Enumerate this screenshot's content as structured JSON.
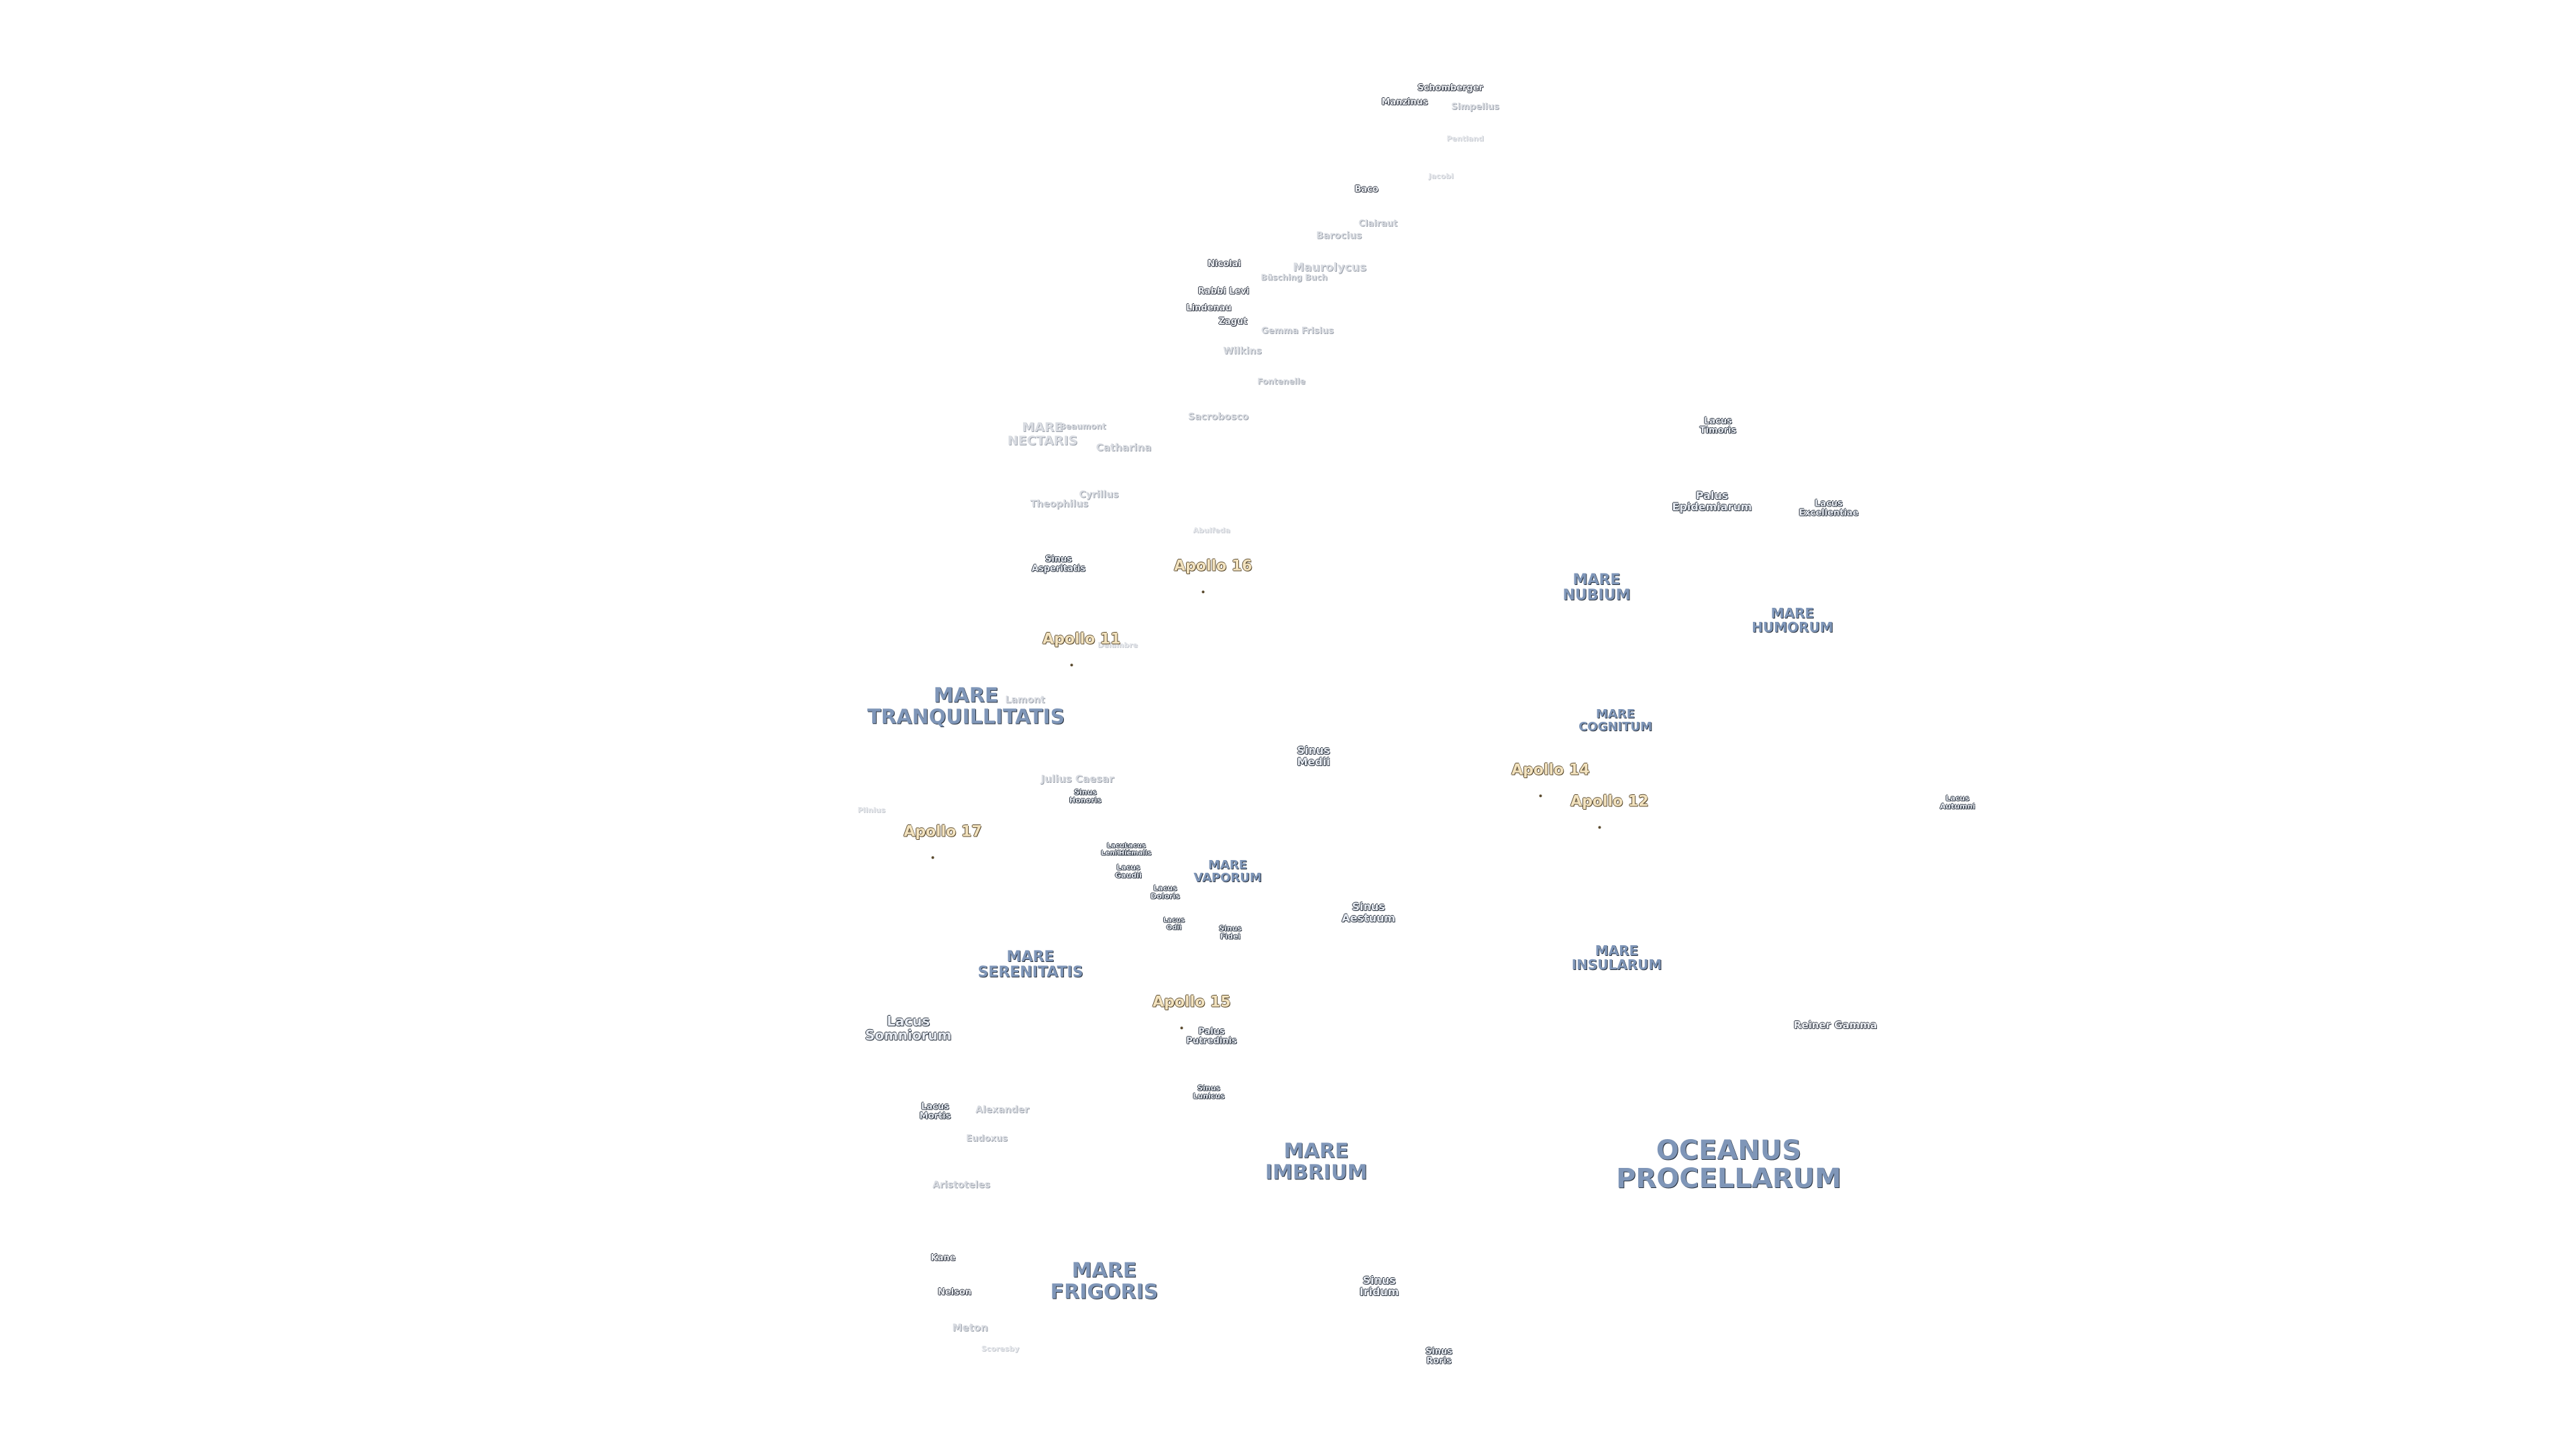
{
  "maria": {
    "oceanus_procellarum": "OCEANUS\nPROCELLARUM",
    "mare_imbrium": "MARE\nIMBRIUM",
    "mare_frigoris": "MARE\nFRIGORIS",
    "mare_serenitatis": "MARE\nSERENITATIS",
    "mare_tranquillitatis": "MARE\nTRANQUILLITATIS",
    "mare_nectaris": "MARE\nNECTARIS",
    "mare_nubium": "MARE\nNUBIUM",
    "mare_humorum": "MARE\nHUMORUM",
    "mare_cognitum": "MARE\nCOGNITUM",
    "mare_insularum": "MARE\nINSULARUM",
    "mare_vaporum": "MARE\nVAPORUM"
  },
  "features": {
    "lacus_somniorum": "Lacus\nSomniorum",
    "palus_epidemiarum": "Palus\nEpidemiarum",
    "lacus_excellentiae": "Lacus\nExcellentiae",
    "lacus_timoris": "Lacus\nTimoris",
    "sinus_asperitatis": "Sinus\nAsperitatis",
    "sinus_medii": "Sinus\nMedii",
    "sinus_aestuum": "Sinus\nAestuum",
    "sinus_iridum": "Sinus\nIridum",
    "sinus_roris": "Sinus\nRoris",
    "palus_putredinis": "Palus\nPutredinis",
    "sinus_lunicus": "Sinus\nLunicus",
    "lacus_mortis": "Lacus\nMortis",
    "sinus_honoris": "Sinus\nHonoris",
    "lacus_doloris": "Lacus\nDoloris",
    "lacus_gaudii": "Lacus\nGaudii",
    "lacus_lenitatis": "Lacus\nLenitatis",
    "lacus_hiemalis": "Lacus\nHiemalis",
    "sinus_fidei": "Sinus\nFidei",
    "lacus_odii": "Lacus\nOdii",
    "lacus_autumni": "Lacus\nAutumni"
  },
  "craters": {
    "schomberger": "Schomberger",
    "manzinus": "Manzinus",
    "simpelius": "Simpelius",
    "pentland": "Pentland",
    "jacobi": "Jacobi",
    "baco": "Baco",
    "clairaut": "Clairaut",
    "barocius": "Barocius",
    "nicolai": "Nicolai",
    "maurolycus": "Maurolycus",
    "buchi": "Büsching Buch",
    "rabbi_levi": "Rabbi Levi",
    "lindenau": "Lindenau",
    "zagut": "Zagut",
    "gemma_frisius": "Gemma Frisius",
    "wilkins": "Wilkins",
    "fontenelle": "Fontenelle",
    "sacrobosco": "Sacrobosco",
    "beaumont": "Beaumont",
    "catharina": "Catharina",
    "cyrillus": "Cyrillus",
    "theophilus": "Theophilus",
    "abulfeda": "Abulfeda",
    "delambre": "Delambre",
    "lamont": "Lamont",
    "julius_caesar": "Julius Caesar",
    "reiner_gamma": "Reiner Gamma",
    "alexander": "Alexander",
    "eudoxus": "Eudoxus",
    "aristoteles": "Aristoteles",
    "kane": "Kane",
    "nelson": "Nelson",
    "meton": "Meton",
    "scoresby": "Scoresby",
    "plinius": "Plinius"
  },
  "apollo": {
    "a11": "Apollo 11",
    "a12": "Apollo 12",
    "a14": "Apollo 14",
    "a15": "Apollo 15",
    "a16": "Apollo 16",
    "a17": "Apollo 17"
  }
}
